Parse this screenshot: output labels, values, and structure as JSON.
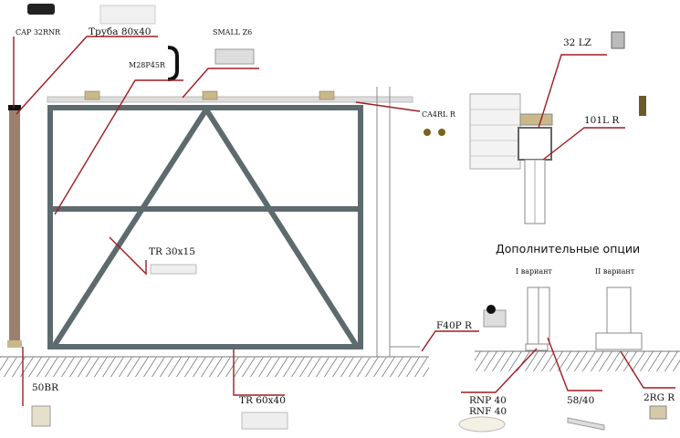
{
  "title": "Комплектующие для откатных ворот",
  "labels": {
    "cap": "CAP 32RNR",
    "pipe": "Труба 80x40",
    "small_z6": "SMALL Z6",
    "handle": "M28P45R",
    "roller_end": "CA4RL R",
    "lz": "32 LZ",
    "l101": "101L R",
    "tr30": "TR 30x15",
    "tr60": "TR 60x40",
    "f40p": "F40P R",
    "br50": "50BR",
    "rnp": "RNP 40",
    "rnf": "RNF 40",
    "p5840": "58/40",
    "rg2": "2RG R"
  },
  "options": {
    "heading": "Дополнительные опции",
    "variant1": "I вариант",
    "variant2": "II вариант"
  },
  "colors": {
    "leader": "#a01c22",
    "frame": "#5d6b6f",
    "post": "#9a8070"
  }
}
